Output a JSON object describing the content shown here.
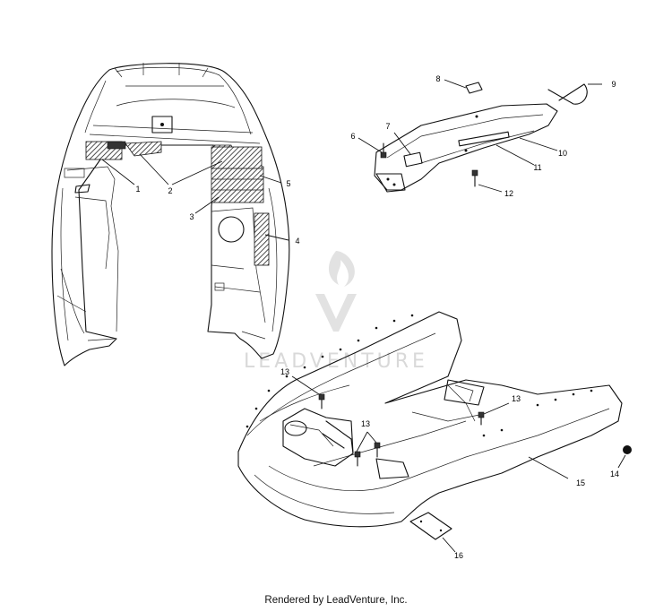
{
  "callouts": [
    "1",
    "2",
    "3",
    "4",
    "5",
    "6",
    "7",
    "8",
    "9",
    "10",
    "11",
    "12",
    "13",
    "14",
    "15",
    "16"
  ],
  "callout_13_repeat": [
    "13",
    "13",
    "13"
  ],
  "watermark": {
    "text": "LEADVENTURE",
    "icon": "flame-v-logo-icon"
  },
  "footer": {
    "text": "Rendered by LeadVenture, Inc."
  },
  "colors": {
    "line": "#111111",
    "watermark": "#d9d9d9",
    "background": "#ffffff"
  }
}
